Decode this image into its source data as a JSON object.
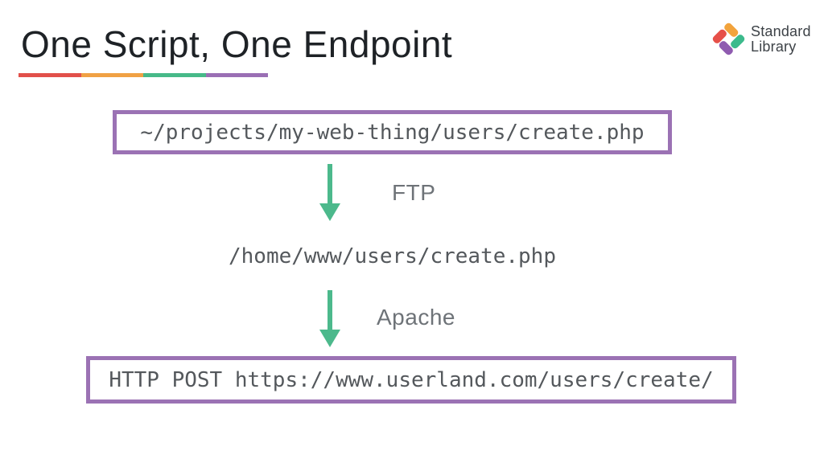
{
  "slide": {
    "title": "One Script, One Endpoint",
    "underline_colors": [
      "#e2504a",
      "#f0a144",
      "#46b988",
      "#9a6fb4"
    ]
  },
  "logo": {
    "line1": "Standard",
    "line2": "Library",
    "mark_colors": {
      "orange": "#f2a33c",
      "green": "#3cba8c",
      "red": "#e65049",
      "purple": "#8f5bb0"
    }
  },
  "diagram": {
    "source_box": "~/projects/my-web-thing/users/create.php",
    "transfer_label_1": "FTP",
    "server_path": "/home/www/users/create.php",
    "transfer_label_2": "Apache",
    "endpoint_box": "HTTP POST https://www.userland.com/users/create/",
    "arrow_color": "#4cb98c",
    "box_border_color": "#9b72b4"
  }
}
